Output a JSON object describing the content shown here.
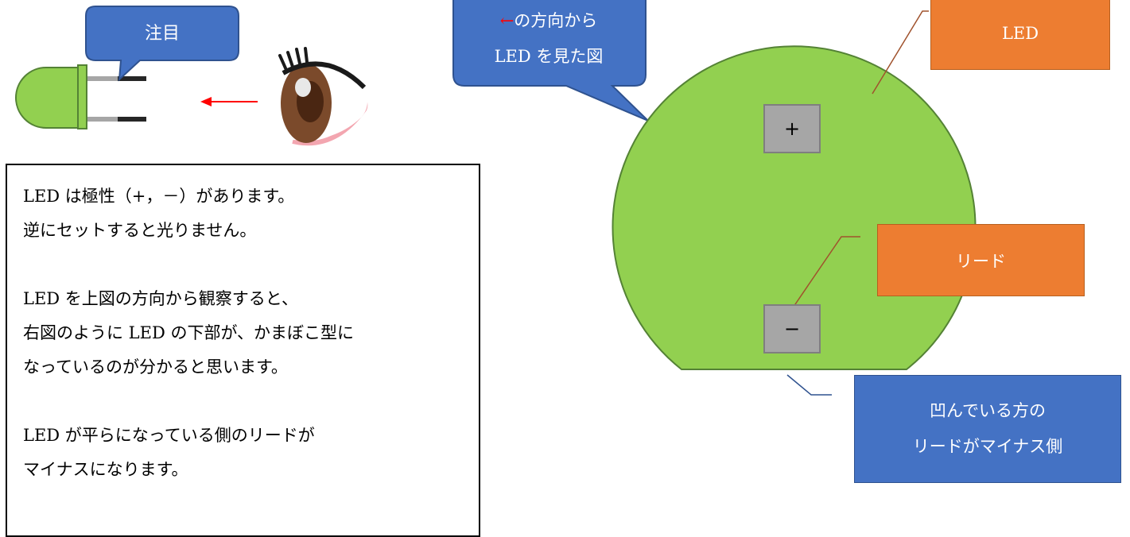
{
  "callout_left": {
    "label": "注目"
  },
  "callout_view": {
    "arrow": "←",
    "line1": "の方向から",
    "line2": "LED を見た図"
  },
  "labels": {
    "led": "LED",
    "lead": "リード",
    "flat_side_line1": "凹んでいる方の",
    "flat_side_line2": "リードがマイナス側"
  },
  "pins": {
    "plus": "+",
    "minus": "−"
  },
  "note": {
    "lines": [
      "LED は極性（+，－）があります。",
      "逆にセットすると光りません。",
      "",
      "LED を上図の方向から観察すると、",
      "右図のように LED の下部が、かまぼこ型に",
      "なっているのが分かると思います。",
      "",
      "LED が平らになっている側のリードが",
      "マイナスになります。"
    ]
  },
  "colors": {
    "led_green": "#92D050",
    "led_outline": "#548235",
    "callout_blue": "#4472C4",
    "label_orange": "#ED7D31",
    "arrow_red": "#FF0000",
    "pin_gray": "#A6A6A6"
  }
}
